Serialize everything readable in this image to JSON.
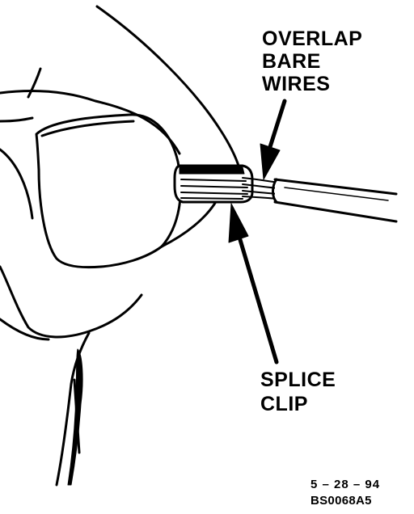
{
  "labels": {
    "overlap_line1": "OVERLAP",
    "overlap_line2": "BARE",
    "overlap_line3": "WIRES",
    "splice_line1": "SPLICE",
    "splice_line2": "CLIP"
  },
  "footer": {
    "date": "5 – 28 – 94",
    "figure_id": "BS0068A5"
  },
  "colors": {
    "ink": "#000000",
    "paper": "#ffffff"
  }
}
